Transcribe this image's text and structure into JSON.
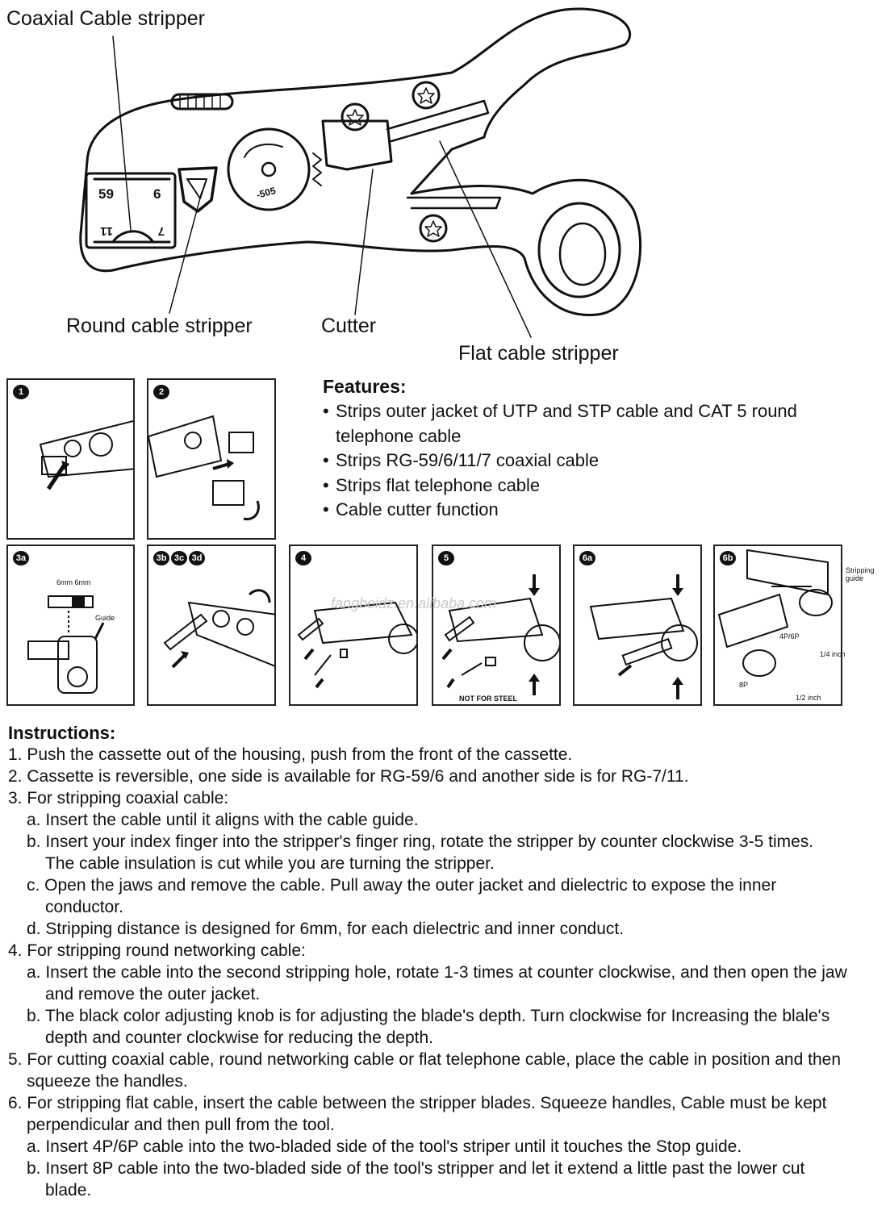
{
  "diagram": {
    "labels": {
      "coaxial": "Coaxial Cable stripper",
      "round": "Round cable stripper",
      "cutter": "Cutter",
      "flat": "Flat cable stripper"
    },
    "tool_markings": {
      "n59": "59",
      "n6": "6",
      "n11": "11",
      "n7": "7",
      "dial": "-505"
    }
  },
  "features": {
    "title": "Features:",
    "items": [
      "Strips outer jacket of UTP and STP cable and CAT 5 round telephone cable",
      "Strips RG-59/6/11/7 coaxial cable",
      "Strips flat telephone cable",
      "Cable cutter function"
    ]
  },
  "panels": {
    "p1": {
      "num": "1"
    },
    "p2": {
      "num": "2"
    },
    "p3a": {
      "num": "3a",
      "dim": "6mm 6mm",
      "guide": "Guide"
    },
    "p3b": {
      "nums": [
        "3b",
        "3c",
        "3d"
      ]
    },
    "p4": {
      "num": "4"
    },
    "p5": {
      "num": "5",
      "note": "NOT FOR STEEL"
    },
    "p6a": {
      "num": "6a"
    },
    "p6b": {
      "num": "6b",
      "stripping_guide": "Stripping guide",
      "p46": "4P/6P",
      "quarter": "1/4 inch",
      "p8": "8P",
      "half": "1/2 inch"
    }
  },
  "watermark": "fangbeidz.en.alibaba.com",
  "instructions": {
    "title": "Instructions:",
    "s1": "1. Push the cassette out of the housing, push from the front of the cassette.",
    "s2": "2. Cassette is reversible, one side is available for RG-59/6 and another side is for RG-7/11.",
    "s3": "3. For stripping coaxial cable:",
    "s3a": "a. Insert the cable until it aligns with the cable guide.",
    "s3b_1": "b. Insert your index finger into the stripper's finger ring, rotate the stripper by counter clockwise 3-5 times.",
    "s3b_2": "The cable insulation is cut while you are turning the stripper.",
    "s3c_1": "c. Open the jaws and remove the cable. Pull away the outer jacket and dielectric to expose the inner",
    "s3c_2": "conductor.",
    "s3d": "d. Stripping distance is designed for 6mm, for each dielectric and inner conduct.",
    "s4": "4. For stripping round networking cable:",
    "s4a_1": "a. Insert the cable into the second stripping hole, rotate 1-3 times at counter clockwise, and then open the jaw",
    "s4a_2": "and remove the outer jacket.",
    "s4b_1": "b. The black color adjusting knob is for adjusting the blade's depth. Turn clockwise for Increasing the blale's",
    "s4b_2": "depth and counter clockwise for reducing the depth.",
    "s5_1": "5. For cutting coaxial cable, round networking cable or flat telephone cable, place the cable in position and then",
    "s5_2": "squeeze the handles.",
    "s6_1": "6. For stripping flat cable, insert the cable between the stripper blades. Squeeze handles, Cable must be kept",
    "s6_2": "perpendicular and then pull from the tool.",
    "s6a": "a. Insert 4P/6P cable into the two-bladed side of the tool's striper until it touches the Stop guide.",
    "s6b_1": "b. Insert 8P cable into the two-bladed side of the tool's stripper and let it extend a little past the lower cut",
    "s6b_2": "blade."
  }
}
